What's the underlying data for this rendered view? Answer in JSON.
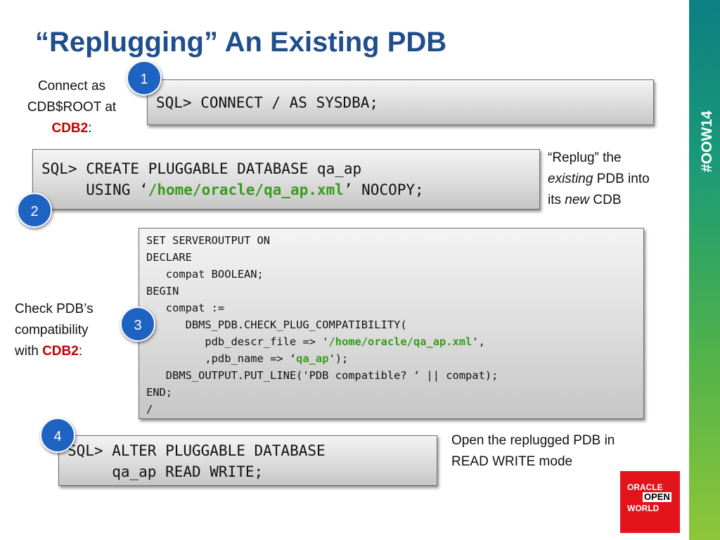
{
  "title": "“Replugging” An Existing PDB",
  "sidebar": {
    "hashtag": "#OOW14"
  },
  "steps": [
    {
      "number": "1"
    },
    {
      "number": "2"
    },
    {
      "number": "3"
    },
    {
      "number": "4"
    }
  ],
  "step1": {
    "note": {
      "line1": "Connect as",
      "line2": "CDB$ROOT at",
      "cdb": "CDB2",
      "colon": ":"
    },
    "code": "SQL> CONNECT / AS SYSDBA;"
  },
  "step2": {
    "note": {
      "line1": "“Replug” the",
      "existing": "existing",
      "line2_rest": " PDB into",
      "line3_pre": "its ",
      "new": "new",
      "line3_rest": " CDB"
    },
    "code_line1": "SQL> CREATE PLUGGABLE DATABASE qa_ap",
    "code_line2_pre": "     USING ‘",
    "code_line2_path": "/home/oracle/qa_ap.xml",
    "code_line2_post": "’ NOCOPY;"
  },
  "step3": {
    "note": {
      "line1": "Check PDB’s",
      "line2": "compatibility",
      "line3_pre": "with ",
      "cdb": "CDB2",
      "colon": ":"
    },
    "lines": {
      "l1": "SET SERVEROUTPUT ON",
      "l2": "DECLARE",
      "l3": "   compat BOOLEAN;",
      "l4": "BEGIN",
      "l5": "   compat :=",
      "l6": "      DBMS_PDB.CHECK_PLUG_COMPATIBILITY(",
      "l7_pre": "         pdb_descr_file => '",
      "l7_path": "/home/oracle/qa_ap.xml",
      "l7_post": "',",
      "l8_pre": "         ,pdb_name => ‘",
      "l8_name": "qa_ap",
      "l8_post": "');",
      "l9": "   DBMS_OUTPUT.PUT_LINE('PDB compatible? ‘ || compat);",
      "l10": "END;",
      "l11": "/"
    }
  },
  "step4": {
    "note": {
      "line1": "Open the replugged PDB in",
      "line2": "READ WRITE mode"
    },
    "code_line1": "SQL> ALTER PLUGGABLE DATABASE",
    "code_line2": "     qa_ap READ WRITE;"
  },
  "logo": {
    "line1": "ORACLE",
    "line2": "OPEN",
    "line3": "WORLD"
  },
  "colors": {
    "title": "#1f4e8c",
    "badge": "#1f63c2",
    "highlight_red": "#c00000",
    "highlight_green": "#3a9a1c",
    "logo_red": "#e3131b"
  }
}
